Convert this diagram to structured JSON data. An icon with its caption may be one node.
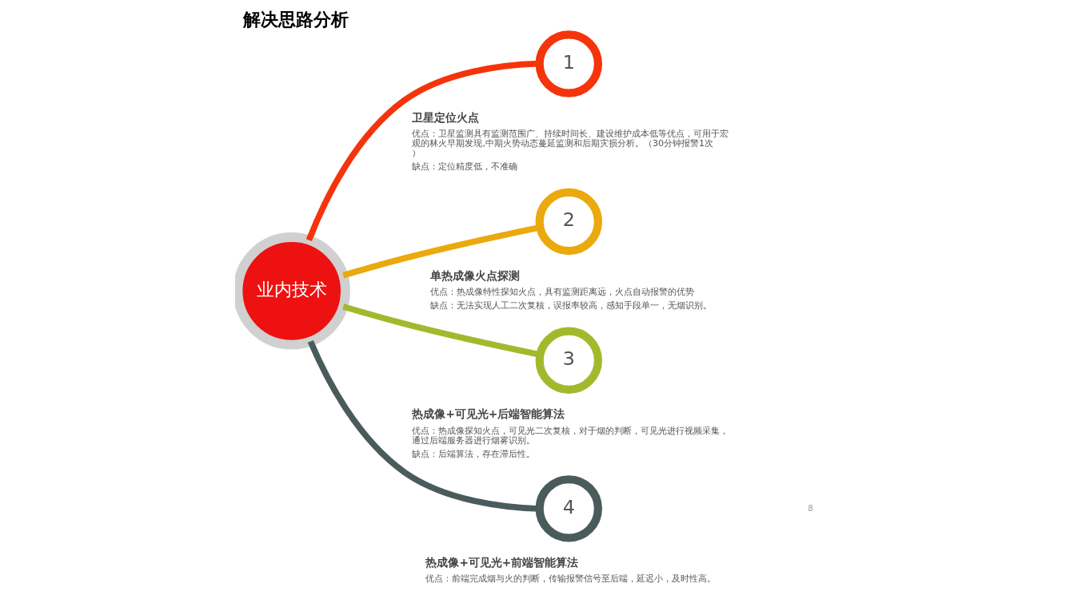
{
  "diagram": {
    "title": "解决思路分析",
    "nodes": [
      {
        "text": [
          "业内技术"
        ]
      },
      {
        "text": [
          "1"
        ],
        "beside": [
          "卫星定位火点",
          "优点：卫星监测具有监测范围广、持续时间长、建设维护成本低等优点，可用于宏观的林火早期发现,中期火势动态蔓延监测和后期灾损分析。（30分钟报警1次）",
          "缺点：定位精度低，不准确"
        ]
      },
      {
        "text": [
          "2"
        ],
        "beside": [
          "单热成像火点探测",
          "优点：热成像特性探知火点，具有监测距离远，火点自动报警的优势",
          "缺点：无法实现人工二次复核，误报率较高，感知手段单一，无烟识别。"
        ]
      },
      {
        "text": [
          "3"
        ],
        "beside": [
          "热成像+可见光+后端智能算法",
          "优点：热成像探知火点，可见光二次复核，对于烟的判断，可见光进行视频采集，通过后端服务器进行烟雾识别。",
          "缺点：后端算法，存在滞后性。"
        ]
      },
      {
        "text": [
          "4"
        ],
        "beside": [
          "热成像+可见光+前端智能算法",
          "优点：前端完成烟与火的判断，传输报警信号至后端，延迟小，及时性高。"
        ]
      }
    ],
    "edges": [
      {
        "from": 0,
        "to": 1,
        "arrow": "none",
        "color": "#f5340c"
      },
      {
        "from": 0,
        "to": 2,
        "arrow": "none",
        "color": "#eaa90c"
      },
      {
        "from": 0,
        "to": 3,
        "arrow": "none",
        "color": "#a3b92d"
      },
      {
        "from": 0,
        "to": 4,
        "arrow": "none",
        "color": "#4a5b5b"
      }
    ],
    "labels": [
      "8"
    ]
  }
}
